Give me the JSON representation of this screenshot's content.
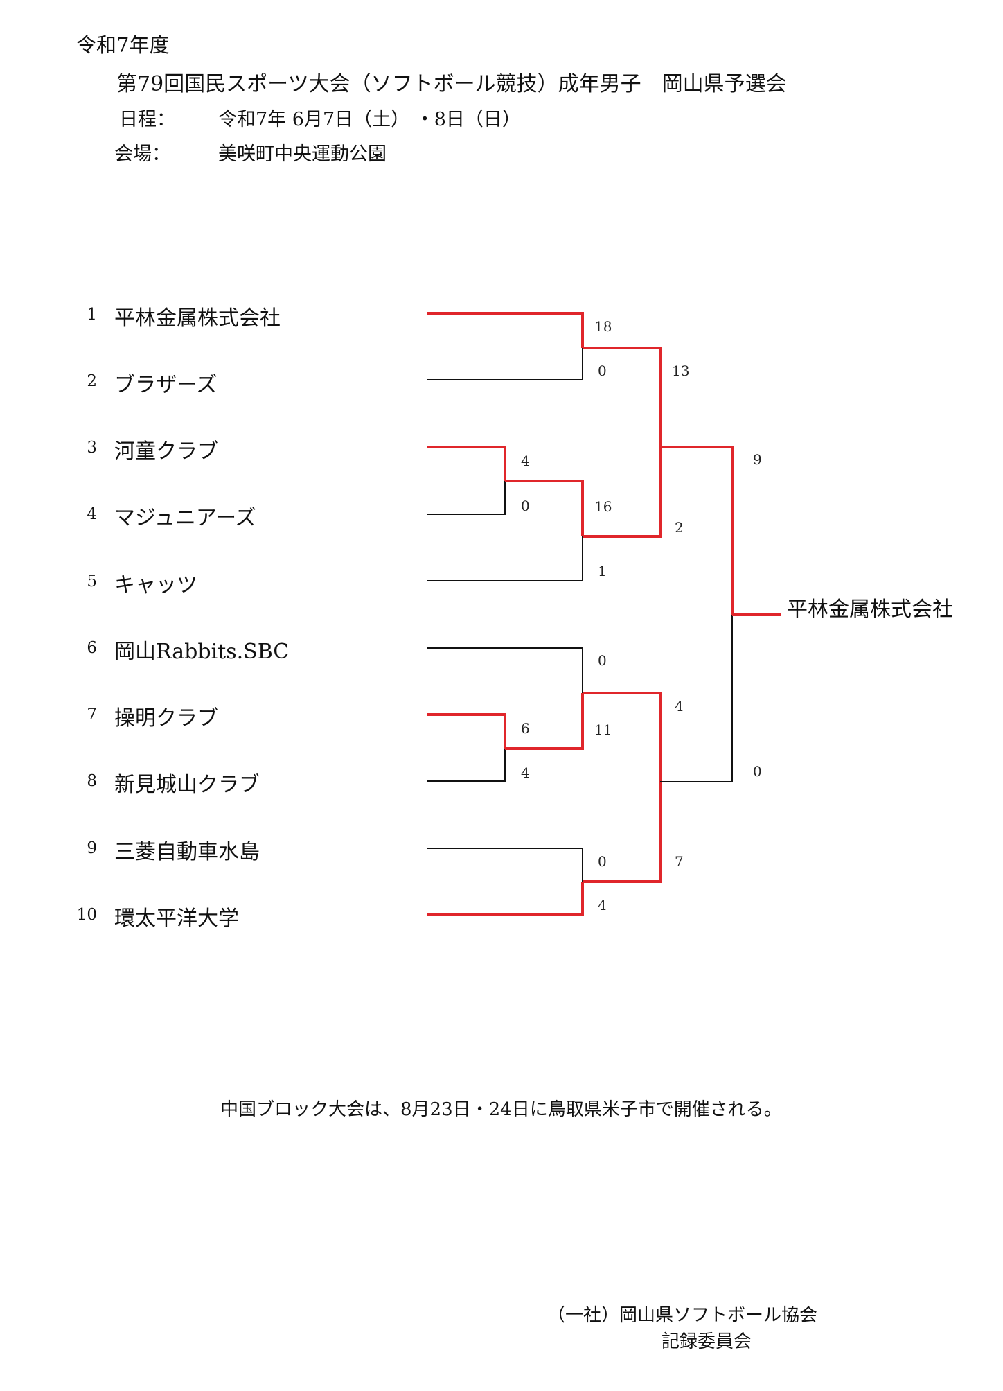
{
  "header": {
    "year": "令和7年度",
    "title": "第79回国民スポーツ大会（ソフトボール競技）成年男子　岡山県予選会",
    "schedule_label": "日程：",
    "schedule_value": "令和7年 6月7日（土） ・8日（日）",
    "venue_label": "会場：",
    "venue_value": "美咲町中央運動公園"
  },
  "bracket": {
    "teams": [
      {
        "no": "1",
        "name": "平林金属株式会社"
      },
      {
        "no": "2",
        "name": "ブラザーズ"
      },
      {
        "no": "3",
        "name": "河童クラブ"
      },
      {
        "no": "4",
        "name": "マジュニアーズ"
      },
      {
        "no": "5",
        "name": "キャッツ"
      },
      {
        "no": "6",
        "name": "岡山Rabbits.SBC"
      },
      {
        "no": "7",
        "name": "操明クラブ"
      },
      {
        "no": "8",
        "name": "新見城山クラブ"
      },
      {
        "no": "9",
        "name": "三菱自動車水島"
      },
      {
        "no": "10",
        "name": "環太平洋大学"
      }
    ],
    "scores": {
      "m1": [
        "18",
        "0"
      ],
      "m2": [
        "4",
        "0"
      ],
      "m3": [
        "16",
        "1"
      ],
      "m4": [
        "6",
        "4"
      ],
      "m5": [
        "0",
        "11"
      ],
      "m6": [
        "0",
        "4"
      ],
      "sf1": [
        "13",
        "2"
      ],
      "sf2": [
        "4",
        "7"
      ],
      "final": [
        "9",
        "0"
      ]
    },
    "champion": "平林金属株式会社",
    "winner_color": "#e0262b",
    "line_color": "#111111"
  },
  "footer": {
    "note": "中国ブロック大会は、8月23日・24日に鳥取県米子市で開催される。",
    "org_line1": "（一社）岡山県ソフトボール協会",
    "org_line2": "記録委員会"
  }
}
